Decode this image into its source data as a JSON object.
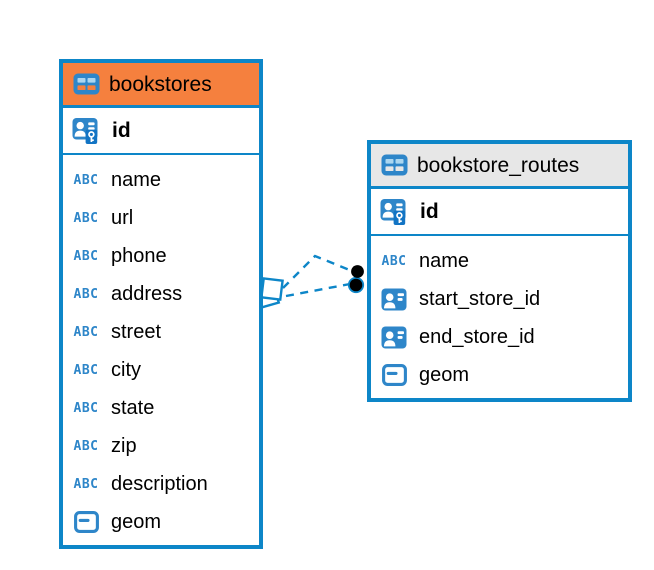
{
  "diagram": {
    "tables": [
      {
        "name": "bookstores",
        "header_color": "#F5803E",
        "primary_key": {
          "name": "id",
          "icon": "primary-key-icon"
        },
        "columns": [
          {
            "name": "name",
            "icon": "text-icon"
          },
          {
            "name": "url",
            "icon": "text-icon"
          },
          {
            "name": "phone",
            "icon": "text-icon"
          },
          {
            "name": "address",
            "icon": "text-icon"
          },
          {
            "name": "street",
            "icon": "text-icon"
          },
          {
            "name": "city",
            "icon": "text-icon"
          },
          {
            "name": "state",
            "icon": "text-icon"
          },
          {
            "name": "zip",
            "icon": "text-icon"
          },
          {
            "name": "description",
            "icon": "text-icon"
          },
          {
            "name": "geom",
            "icon": "object-icon"
          }
        ]
      },
      {
        "name": "bookstore_routes",
        "header_color": "#E7E7E7",
        "primary_key": {
          "name": "id",
          "icon": "primary-key-icon"
        },
        "columns": [
          {
            "name": "name",
            "icon": "text-icon"
          },
          {
            "name": "start_store_id",
            "icon": "reference-icon"
          },
          {
            "name": "end_store_id",
            "icon": "reference-icon"
          },
          {
            "name": "geom",
            "icon": "object-icon"
          }
        ]
      }
    ],
    "text_type_icon_label": "ABC",
    "colors": {
      "accent_blue": "#0D86C8",
      "icon_blue": "#2E86C9",
      "header_orange": "#F5803E",
      "header_gray": "#E7E7E7",
      "text": "#000000",
      "connector_dot": "#000000"
    }
  }
}
